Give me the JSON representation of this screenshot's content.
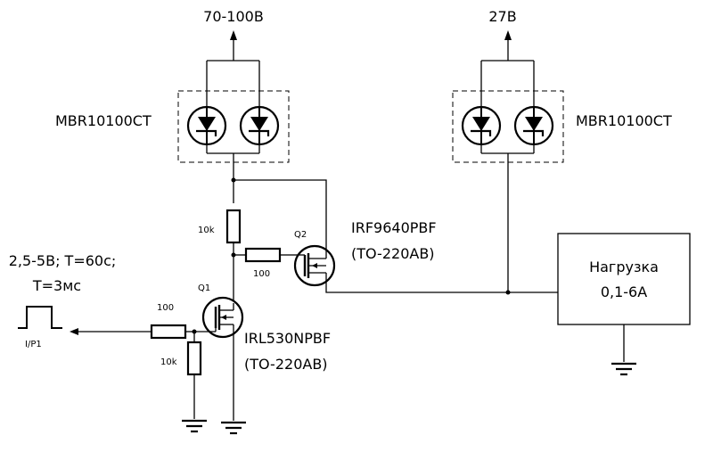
{
  "supplies": {
    "high": "70-100В",
    "low": "27В"
  },
  "diode_pair_left": {
    "part": "MBR10100CT"
  },
  "diode_pair_right": {
    "part": "MBR10100CT"
  },
  "q2": {
    "ref": "Q2",
    "part": "IRF9640PBF",
    "package": "(TO-220AB)",
    "gate_resistor": "100",
    "pullup_resistor": "10k"
  },
  "q1": {
    "ref": "Q1",
    "part": "IRL530NPBF",
    "package": "(TO-220AB)",
    "gate_resistor": "100",
    "pulldown_resistor": "10k"
  },
  "input": {
    "line1": "2,5-5В; T=60с;",
    "line2": "Т=3мс",
    "port": "I/P1"
  },
  "load": {
    "line1": "Нагрузка",
    "line2": "0,1-6А"
  }
}
